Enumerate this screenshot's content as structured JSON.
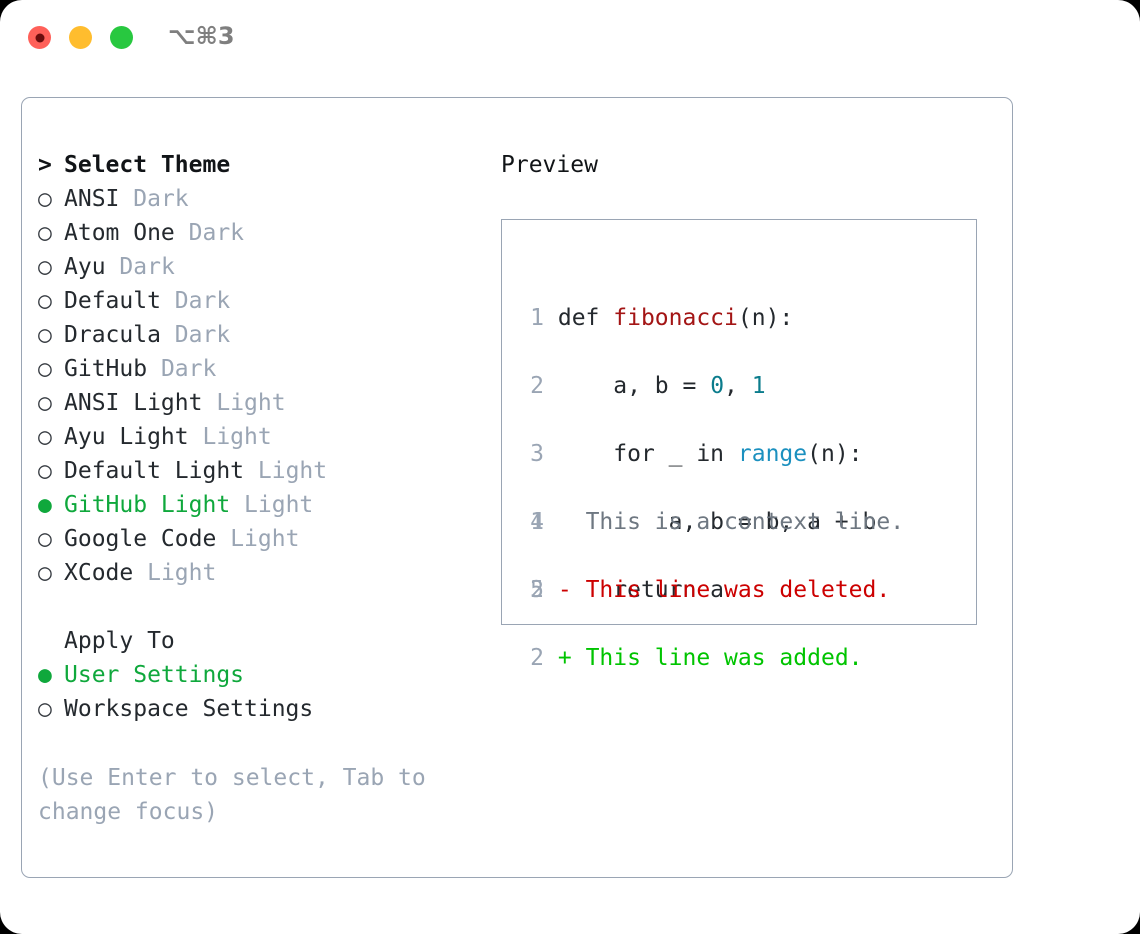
{
  "titlebar": {
    "shortcut": "⌥⌘3",
    "buttons": [
      {
        "name": "close",
        "color": "#ff6059"
      },
      {
        "name": "minimize",
        "color": "#ffbd2e"
      },
      {
        "name": "maximize",
        "color": "#28c840"
      }
    ]
  },
  "theme_list": {
    "heading": "Select Theme",
    "heading_marker": ">",
    "marker_unselected": "○",
    "marker_selected": "●",
    "items": [
      {
        "name": "ANSI",
        "suffix": "Dark",
        "selected": false
      },
      {
        "name": "Atom One",
        "suffix": "Dark",
        "selected": false
      },
      {
        "name": "Ayu",
        "suffix": "Dark",
        "selected": false
      },
      {
        "name": "Default",
        "suffix": "Dark",
        "selected": false
      },
      {
        "name": "Dracula",
        "suffix": "Dark",
        "selected": false
      },
      {
        "name": "GitHub",
        "suffix": "Dark",
        "selected": false
      },
      {
        "name": "ANSI Light",
        "suffix": "Light",
        "selected": false
      },
      {
        "name": "Ayu Light",
        "suffix": "Light",
        "selected": false
      },
      {
        "name": "Default Light",
        "suffix": "Light",
        "selected": false
      },
      {
        "name": "GitHub Light",
        "suffix": "Light",
        "selected": true
      },
      {
        "name": "Google Code",
        "suffix": "Light",
        "selected": false
      },
      {
        "name": "XCode",
        "suffix": "Light",
        "selected": false
      }
    ]
  },
  "apply_to": {
    "heading": "Apply To",
    "items": [
      {
        "name": "User Settings",
        "selected": true
      },
      {
        "name": "Workspace Settings",
        "selected": false
      }
    ]
  },
  "hint": "(Use Enter to select, Tab to change focus)",
  "preview": {
    "title": "Preview",
    "code_lines": [
      {
        "num": "1",
        "tokens": [
          {
            "text": "def ",
            "type": "plain"
          },
          {
            "text": "fibonacci",
            "type": "fn"
          },
          {
            "text": "(n):",
            "type": "plain"
          }
        ]
      },
      {
        "num": "2",
        "tokens": [
          {
            "text": "    a, b = ",
            "type": "plain"
          },
          {
            "text": "0",
            "type": "num"
          },
          {
            "text": ", ",
            "type": "plain"
          },
          {
            "text": "1",
            "type": "num"
          }
        ]
      },
      {
        "num": "3",
        "tokens": [
          {
            "text": "    for _ in ",
            "type": "plain"
          },
          {
            "text": "range",
            "type": "kwfn"
          },
          {
            "text": "(n):",
            "type": "plain"
          }
        ]
      },
      {
        "num": "4",
        "tokens": [
          {
            "text": "        a, b = b, a + b",
            "type": "plain"
          }
        ]
      },
      {
        "num": "5",
        "tokens": [
          {
            "text": "    return a",
            "type": "plain"
          }
        ]
      }
    ],
    "diff_lines": [
      {
        "num": "1",
        "marker": " ",
        "text": " This is a context line.",
        "kind": "context"
      },
      {
        "num": "2",
        "marker": "-",
        "text": " This line was deleted.",
        "kind": "deleted"
      },
      {
        "num": "2",
        "marker": "+",
        "text": " This line was added.",
        "kind": "added"
      }
    ]
  },
  "colors": {
    "accent_green": "#0fa83c",
    "muted": "#9aa5b4",
    "text": "#24292e",
    "diff_add": "#00c400",
    "diff_del": "#cc0000",
    "code_fn": "#a31515",
    "code_num": "#0b7c8c",
    "code_kwfn": "#1b90bf"
  }
}
